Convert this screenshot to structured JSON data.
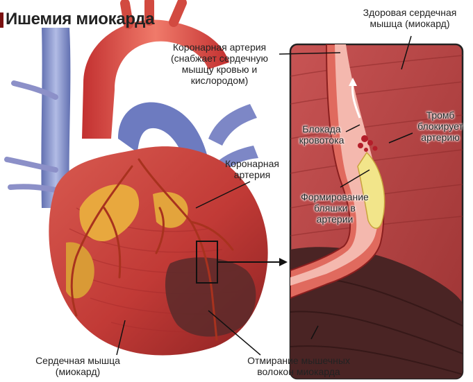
{
  "title": "Ишемия миокарда",
  "colors": {
    "muscle": "#c23a3a",
    "muscle_dark": "#8a1f1f",
    "vessel_blue": "#6f7fbf",
    "plaque": "#e8b64a",
    "necrosis": "#5a2a2a",
    "panel_bg": "#b84848"
  },
  "labels": {
    "healthy_muscle": [
      "Здоровая сердечная",
      "мышца (миокард)"
    ],
    "coronary_artery_top": [
      "Коронарная артерия",
      "(снабжает сердечную",
      "мышцу кровью и",
      "кислородом)"
    ],
    "coronary_artery_mid": [
      "Коронарная",
      "артерия"
    ],
    "blockage": [
      "Блокада",
      "кровотока"
    ],
    "thrombus": [
      "Тромб",
      "блокирует",
      "артерию"
    ],
    "plaque": [
      "Формирование",
      "бляшки в",
      "артерии"
    ],
    "heart_muscle": [
      "Сердечная мышца",
      "(миокард)"
    ],
    "necrosis": [
      "Отмирание мышечных",
      "волокон миокарда"
    ]
  },
  "icons": [
    "heart-illustration",
    "artery-cross-section",
    "zoom-arrow-icon"
  ]
}
